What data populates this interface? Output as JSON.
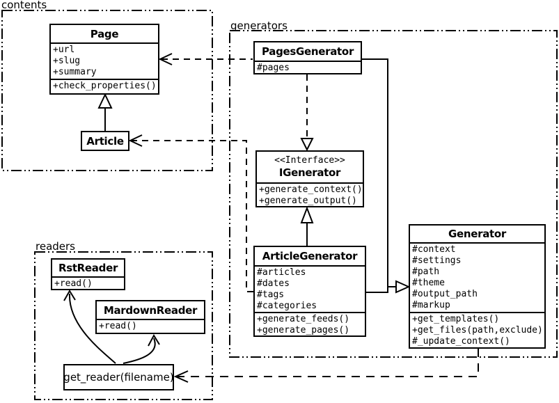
{
  "diagram": {
    "packages": {
      "contents": {
        "label": "contents"
      },
      "generators": {
        "label": "generators"
      },
      "readers": {
        "label": "readers"
      }
    },
    "classes": {
      "page": {
        "title": "Page",
        "attributes": [
          "+url",
          "+slug",
          "+summary"
        ],
        "methods": [
          "+check_properties()"
        ]
      },
      "article": {
        "title": "Article"
      },
      "pages_generator": {
        "title": "PagesGenerator",
        "attributes": [
          "#pages"
        ]
      },
      "igenerator": {
        "stereotype": "<<Interface>>",
        "title": "IGenerator",
        "methods": [
          "+generate_context()",
          "+generate_output()"
        ]
      },
      "article_generator": {
        "title": "ArticleGenerator",
        "attributes": [
          "#articles",
          "#dates",
          "#tags",
          "#categories"
        ],
        "methods": [
          "+generate_feeds()",
          "+generate_pages()"
        ]
      },
      "generator": {
        "title": "Generator",
        "attributes": [
          "#context",
          "#settings",
          "#path",
          "#theme",
          "#output_path",
          "#markup"
        ],
        "methods": [
          "+get_templates()",
          "+get_files(path,exclude)",
          "#_update_context()"
        ]
      },
      "rst_reader": {
        "title": "RstReader",
        "methods": [
          "+read()"
        ]
      },
      "mardown_reader": {
        "title": "MardownReader",
        "methods": [
          "+read()"
        ]
      },
      "get_reader": {
        "label": "get_reader(filename)"
      }
    },
    "colors": {
      "line": "#000000",
      "background": "#ffffff"
    }
  }
}
